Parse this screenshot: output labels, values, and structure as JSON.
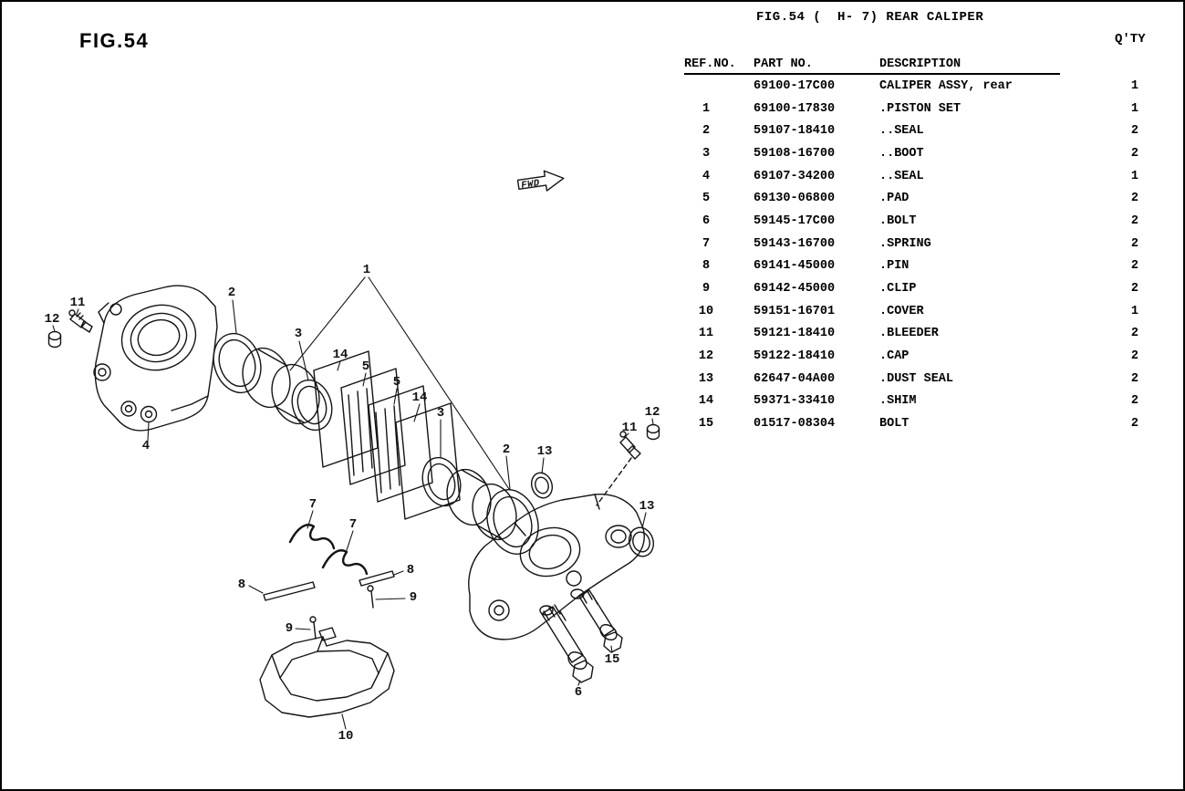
{
  "page": {
    "fig_label": "FIG.54",
    "title": "FIG.54 (  H- 7) REAR CALIPER"
  },
  "table": {
    "headers": {
      "ref": "REF.NO.",
      "part": "PART NO.",
      "desc": "DESCRIPTION",
      "qty": "Q'TY"
    },
    "rows": [
      {
        "ref": "",
        "part": "69100-17C00",
        "desc": "CALIPER ASSY, rear",
        "qty": "1"
      },
      {
        "ref": "1",
        "part": "69100-17830",
        "desc": ".PISTON SET",
        "qty": "1"
      },
      {
        "ref": "2",
        "part": "59107-18410",
        "desc": "..SEAL",
        "qty": "2"
      },
      {
        "ref": "3",
        "part": "59108-16700",
        "desc": "..BOOT",
        "qty": "2"
      },
      {
        "ref": "4",
        "part": "69107-34200",
        "desc": "..SEAL",
        "qty": "1"
      },
      {
        "ref": "5",
        "part": "69130-06800",
        "desc": ".PAD",
        "qty": "2"
      },
      {
        "ref": "6",
        "part": "59145-17C00",
        "desc": ".BOLT",
        "qty": "2"
      },
      {
        "ref": "7",
        "part": "59143-16700",
        "desc": ".SPRING",
        "qty": "2"
      },
      {
        "ref": "8",
        "part": "69141-45000",
        "desc": ".PIN",
        "qty": "2"
      },
      {
        "ref": "9",
        "part": "69142-45000",
        "desc": ".CLIP",
        "qty": "2"
      },
      {
        "ref": "10",
        "part": "59151-16701",
        "desc": ".COVER",
        "qty": "1"
      },
      {
        "ref": "11",
        "part": "59121-18410",
        "desc": ".BLEEDER",
        "qty": "2"
      },
      {
        "ref": "12",
        "part": "59122-18410",
        "desc": ".CAP",
        "qty": "2"
      },
      {
        "ref": "13",
        "part": "62647-04A00",
        "desc": ".DUST SEAL",
        "qty": "2"
      },
      {
        "ref": "14",
        "part": "59371-33410",
        "desc": ".SHIM",
        "qty": "2"
      },
      {
        "ref": "15",
        "part": "01517-08304",
        "desc": "BOLT",
        "qty": "2"
      }
    ]
  },
  "diagram": {
    "fwd_label": "FWD",
    "callouts": [
      "12",
      "11",
      "4",
      "2",
      "3",
      "1",
      "14",
      "5",
      "5",
      "14",
      "3",
      "2",
      "13",
      "11",
      "12",
      "13",
      "7",
      "7",
      "8",
      "8",
      "9",
      "9",
      "15",
      "6",
      "10"
    ]
  }
}
